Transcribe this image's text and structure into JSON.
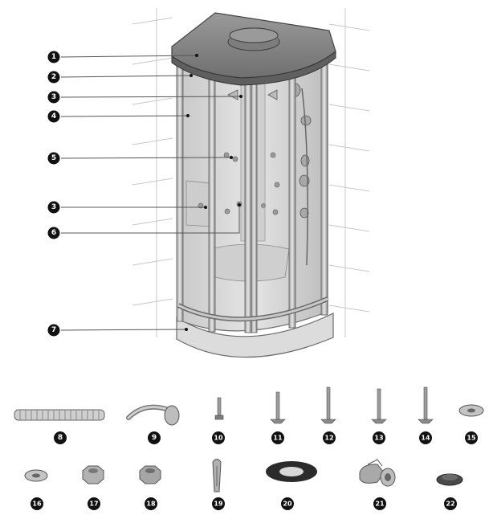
{
  "callouts": [
    {
      "label": "1",
      "part": "roof-panel"
    },
    {
      "label": "2",
      "part": "frame-upright"
    },
    {
      "label": "3",
      "part": "shower-head-and-jets"
    },
    {
      "label": "4",
      "part": "glass-door"
    },
    {
      "label": "5",
      "part": "body-massage-jets"
    },
    {
      "label": "3",
      "part": "jets-lower"
    },
    {
      "label": "6",
      "part": "control-fitting"
    },
    {
      "label": "7",
      "part": "shower-tray"
    }
  ],
  "parts": [
    {
      "label": "8",
      "part": "drain-hose"
    },
    {
      "label": "9",
      "part": "hand-shower"
    },
    {
      "label": "10",
      "part": "small-screw"
    },
    {
      "label": "11",
      "part": "screw"
    },
    {
      "label": "12",
      "part": "long-screw"
    },
    {
      "label": "13",
      "part": "long-screw"
    },
    {
      "label": "14",
      "part": "long-screw"
    },
    {
      "label": "15",
      "part": "washer"
    },
    {
      "label": "16",
      "part": "washer"
    },
    {
      "label": "17",
      "part": "hex-nut"
    },
    {
      "label": "18",
      "part": "hex-nut"
    },
    {
      "label": "19",
      "part": "wall-plug"
    },
    {
      "label": "20",
      "part": "rubber-ring"
    },
    {
      "label": "21",
      "part": "elbow-fitting"
    },
    {
      "label": "22",
      "part": "rubber-cap"
    }
  ],
  "colors": {
    "marker": "#111111",
    "frame": "#8a8a8a",
    "glass": "#d9d9d9",
    "line": "#555555",
    "wall": "#c8c8c8"
  }
}
